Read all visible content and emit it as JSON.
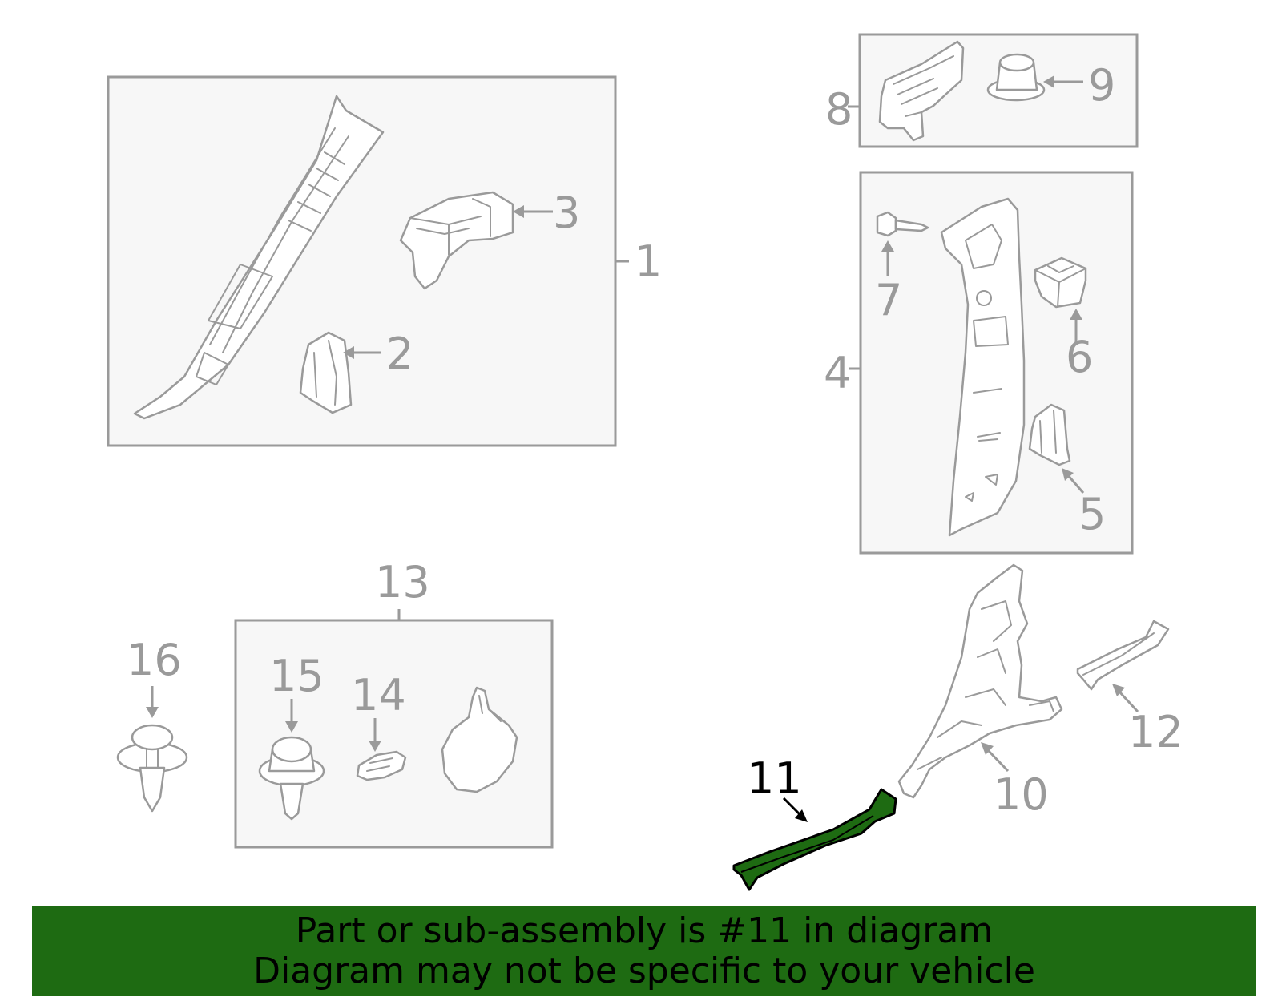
{
  "callouts": {
    "c1": "1",
    "c2": "2",
    "c3": "3",
    "c4": "4",
    "c5": "5",
    "c6": "6",
    "c7": "7",
    "c8": "8",
    "c9": "9",
    "c10": "10",
    "c11": "11",
    "c12": "12",
    "c13": "13",
    "c14": "14",
    "c15": "15",
    "c16": "16"
  },
  "highlight": {
    "part": "11",
    "color": "#1e6b12"
  },
  "colors": {
    "line": "#9a9a9a",
    "box_fill": "#f7f7f7",
    "banner": "#1e6b12"
  },
  "banner": {
    "line1": "Part or sub-assembly is #11 in diagram",
    "line2": "Diagram may not be specific to your vehicle"
  }
}
